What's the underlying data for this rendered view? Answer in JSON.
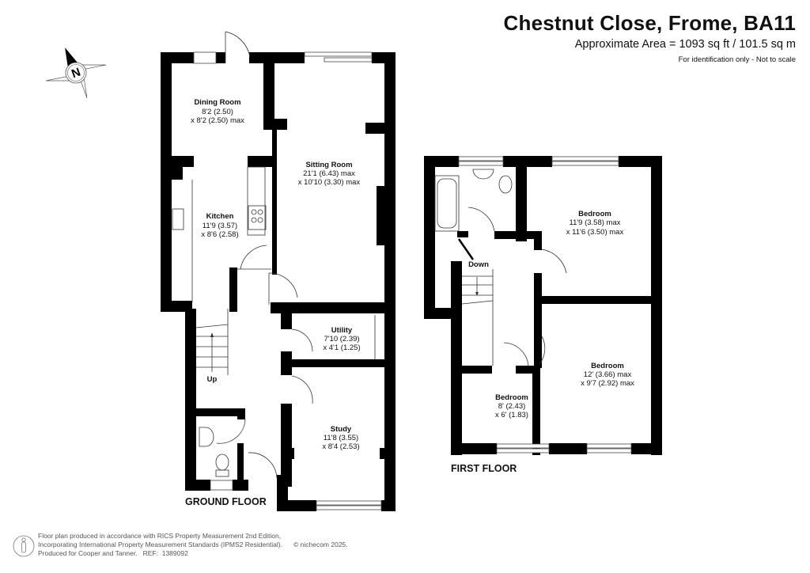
{
  "header": {
    "title": "Chestnut Close, Frome, BA11",
    "area": "Approximate Area = 1093 sq ft / 101.5 sq m",
    "disclaimer": "For identification only - Not to scale"
  },
  "compass": {
    "icon": "north-arrow-icon",
    "label": "N"
  },
  "ground_floor": {
    "label": "GROUND FLOOR",
    "rooms": [
      {
        "name": "Dining Room",
        "dim1": "8'2 (2.50)",
        "dim2": "x 8'2 (2.50) max"
      },
      {
        "name": "Sitting Room",
        "dim1": "21'1 (6.43) max",
        "dim2": "x 10'10 (3.30) max"
      },
      {
        "name": "Kitchen",
        "dim1": "11'9 (3.57)",
        "dim2": "x 8'6 (2.58)"
      },
      {
        "name": "Utility",
        "dim1": "7'10 (2.39)",
        "dim2": "x 4'1 (1.25)"
      },
      {
        "name": "Study",
        "dim1": "11'8 (3.55)",
        "dim2": "x 8'4 (2.53)"
      }
    ],
    "stairs_label": "Up"
  },
  "first_floor": {
    "label": "FIRST FLOOR",
    "rooms": [
      {
        "name": "Bedroom",
        "dim1": "11'9 (3.58) max",
        "dim2": "x 11'6 (3.50) max"
      },
      {
        "name": "Bedroom",
        "dim1": "12' (3.66) max",
        "dim2": "x 9'7 (2.92) max"
      },
      {
        "name": "Bedroom",
        "dim1": "8' (2.43)",
        "dim2": "x 6' (1.83)"
      }
    ],
    "stairs_label": "Down"
  },
  "footer": {
    "line1": "Floor plan produced in accordance with RICS Property Measurement 2nd Edition,",
    "line2": "Incorporating International Property Measurement Standards (IPMS2 Residential).",
    "copyright": "© nichecom 2025.",
    "line3": "Produced for Cooper and Tanner.   REF:  1389092"
  }
}
